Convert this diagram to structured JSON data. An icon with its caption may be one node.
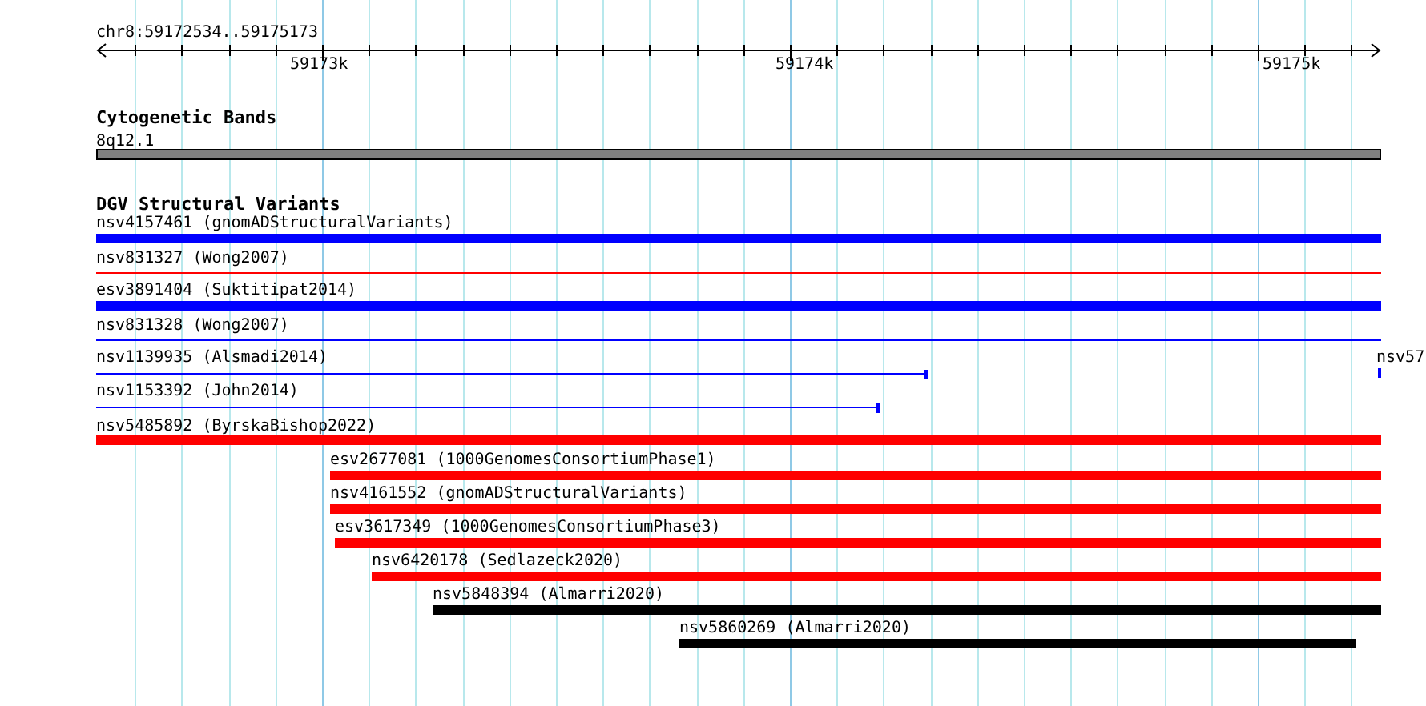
{
  "diagram": {
    "nodes": [
      {
        "text": [
          "8q12.1"
        ]
      },
      {
        "text": [
          "nsv4157461 (gnomADStructuralVariants)"
        ]
      },
      {
        "text": [
          "nsv831327 (Wong2007)"
        ]
      },
      {
        "text": [
          "esv3891404 (Suktitipat2014)"
        ]
      },
      {
        "text": [
          "nsv831328 (Wong2007)"
        ]
      },
      {
        "text": [
          "nsv1139935 (Alsmadi2014)"
        ]
      },
      {
        "text": [
          "nsv57"
        ]
      },
      {
        "text": [
          "nsv1153392 (John2014)"
        ]
      },
      {
        "text": [
          "nsv5485892 (ByrskaBishop2022)"
        ]
      },
      {
        "text": [
          "esv2677081 (1000GenomesConsortiumPhase1)"
        ]
      },
      {
        "text": [
          "nsv4161552 (gnomADStructuralVariants)"
        ]
      },
      {
        "text": [
          "esv3617349 (1000GenomesConsortiumPhase3)"
        ]
      },
      {
        "text": [
          "nsv6420178 (Sedlazeck2020)"
        ]
      },
      {
        "text": [
          "nsv5848394 (Almarri2020)"
        ]
      },
      {
        "text": [
          "nsv5860269 (Almarri2020)"
        ]
      }
    ],
    "labels": [
      "chr8:59172534..59175173",
      "59173k",
      "59174k",
      "59175k",
      "Cytogenetic Bands",
      "DGV Structural Variants"
    ]
  }
}
